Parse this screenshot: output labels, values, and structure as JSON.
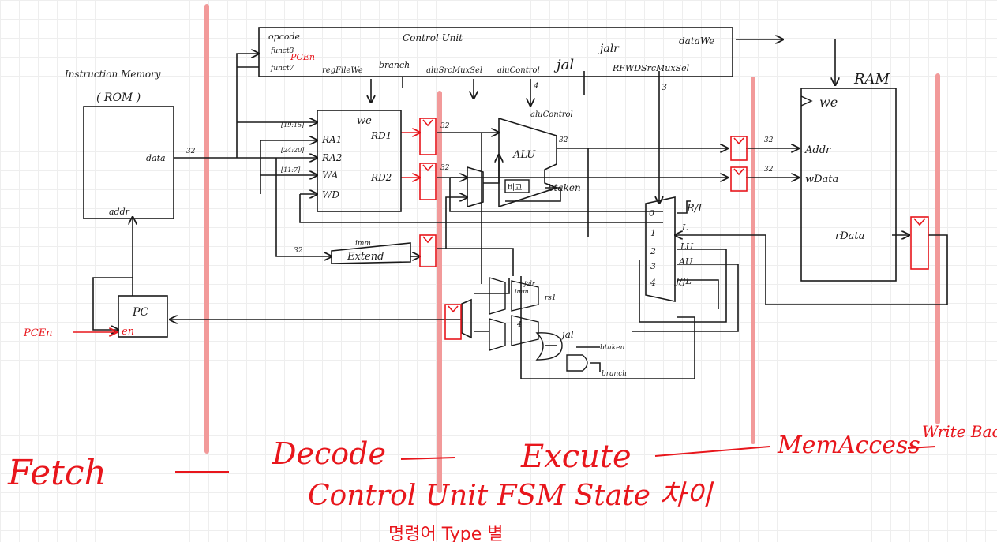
{
  "colors": {
    "ink": "#1a1a1a",
    "red": "#e8161c",
    "stage": "#f29a9a"
  },
  "blocks": {
    "control_unit": {
      "title": "Control Unit",
      "opcode": "opcode",
      "funct3": "funct3",
      "funct7": "funct7",
      "pcen": "PCEn",
      "regfile_we": "regFileWe",
      "branch": "branch",
      "alu_src": "aluSrcMuxSel",
      "alu_ctrl": "aluControl",
      "jal": "jal",
      "jalr": "jalr",
      "rfwd_sel": "RFWDSrcMuxSel",
      "data_we": "dataWe",
      "w4": "4",
      "w3": "3"
    },
    "imem": {
      "title_line1": "Instruction Memory",
      "title_line2": "( ROM )",
      "data": "data",
      "addr": "addr",
      "w32": "32"
    },
    "regfile": {
      "we": "we",
      "ra1": "RA1",
      "ra2": "RA2",
      "wa": "WA",
      "wd": "WD",
      "rd1": "RD1",
      "rd2": "RD2",
      "f1": "[19:15]",
      "f2": "[24:20]",
      "f3": "[11:7]",
      "w1": "32",
      "w2": "32"
    },
    "alu": {
      "label": "ALU",
      "ctrl": "aluControl",
      "btaken": "btaken",
      "cmp": "비교",
      "w": "32"
    },
    "extend": {
      "label": "Extend",
      "imm": "imm",
      "w": "32"
    },
    "pc": {
      "label": "PC",
      "en": "en",
      "pcen": "PCEn"
    },
    "ram": {
      "title": "RAM",
      "we": "we",
      "addr": "Addr",
      "wdata": "wData",
      "rdata": "rData",
      "w1": "32",
      "w2": "32"
    },
    "wbmux": {
      "s0": "0",
      "s1": "1",
      "s2": "2",
      "s3": "3",
      "s4": "4",
      "l0": "R/I",
      "l1": "L",
      "l2": "LU",
      "l3": "AU",
      "l4": "J/JL"
    },
    "branch_logic": {
      "jal": "jal",
      "btaken": "btaken",
      "branch": "branch",
      "four": "4",
      "rs1": "rs1",
      "jalr": "jalr",
      "imm": "imm"
    }
  },
  "stages": [
    "Fetch",
    "Decode",
    "Excute",
    "MemAccess",
    "Write Back"
  ],
  "footer": {
    "line1": "Control Unit  FSM State 차이",
    "line2": "명령어 Type 별"
  }
}
